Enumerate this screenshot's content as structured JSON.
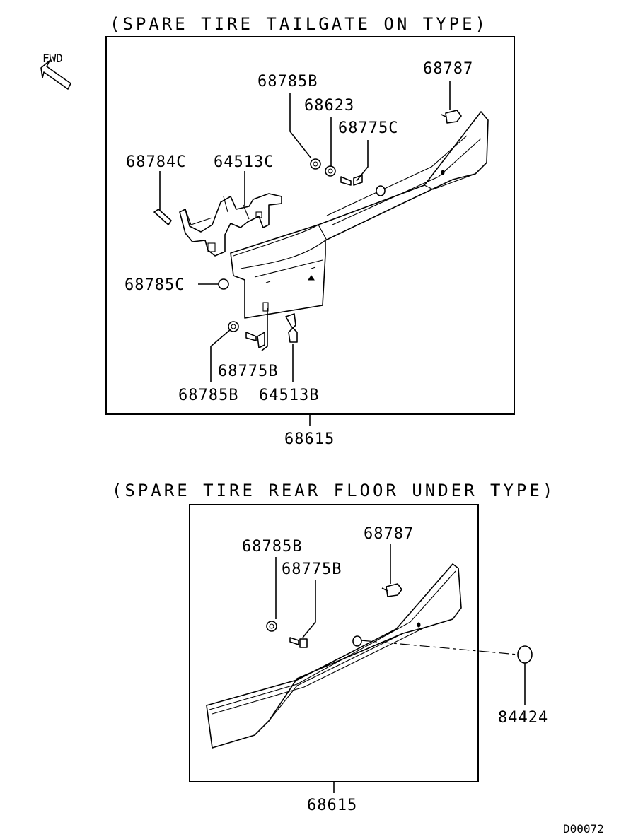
{
  "sections": {
    "top": {
      "title": "(SPARE TIRE TAILGATE ON TYPE)",
      "assembly_part": "68615",
      "labels": {
        "p68787": "68787",
        "p68785b_top": "68785B",
        "p68623": "68623",
        "p68775c": "68775C",
        "p68784c": "68784C",
        "p64513c": "64513C",
        "p68785c": "68785C",
        "p68775b": "68775B",
        "p68785b_bottom": "68785B",
        "p64513b": "64513B"
      }
    },
    "bottom": {
      "title": "(SPARE TIRE REAR FLOOR UNDER TYPE)",
      "assembly_part": "68615",
      "labels": {
        "p68785b": "68785B",
        "p68787": "68787",
        "p68775b": "68775B",
        "p84424": "84424"
      }
    }
  },
  "direction": {
    "label": "FWD"
  },
  "diagram_code": "D00072"
}
